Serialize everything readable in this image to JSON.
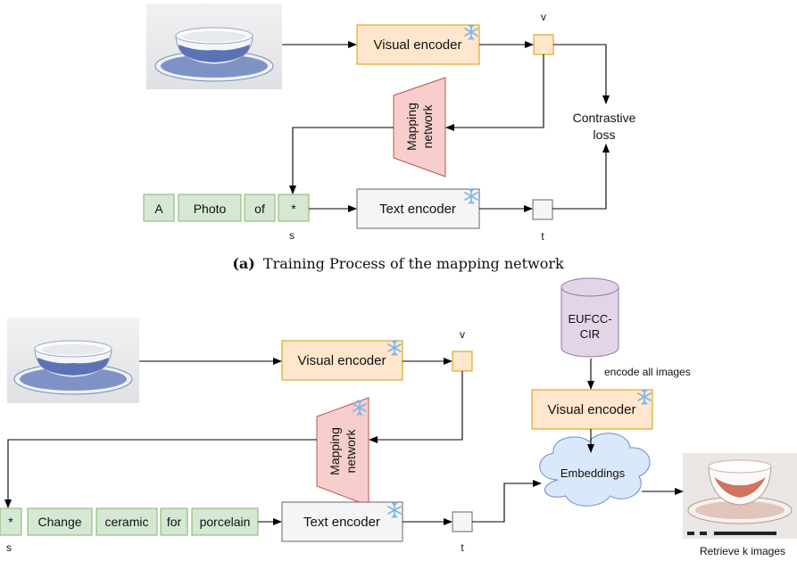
{
  "colors": {
    "encoder_fill": "#ffe6cc",
    "encoder_stroke": "#d79b00",
    "token_fill": "#d5e8d4",
    "token_stroke": "#82b366",
    "mapping_fill": "#f8cecc",
    "mapping_stroke": "#b85450",
    "text_enc_fill": "#f5f5f5",
    "text_enc_stroke": "#666666",
    "db_fill": "#e1d5e7",
    "db_stroke": "#9673a6",
    "cloud_fill": "#dae8fc",
    "cloud_stroke": "#6c8ebf",
    "snowflake": "#7eb6e6"
  },
  "top": {
    "visual_encoder": "Visual encoder",
    "v_label": "v",
    "mapping_network_line1": "Mapping",
    "mapping_network_line2": "network",
    "contrastive_line1": "Contrastive",
    "contrastive_line2": "loss",
    "tokens": [
      "A",
      "Photo",
      "of",
      "*"
    ],
    "text_encoder": "Text encoder",
    "s_label": "s",
    "t_label": "t",
    "caption_prefix": "(a)",
    "caption_text": "Training Process of the mapping network"
  },
  "bottom": {
    "visual_encoder": "Visual encoder",
    "v_label": "v",
    "mapping_network_line1": "Mapping",
    "mapping_network_line2": "network",
    "db_line1": "EUFCC-",
    "db_line2": "CIR",
    "encode_all": "encode all images",
    "visual_encoder_db": "Visual encoder",
    "embeddings": "Embeddings",
    "tokens": [
      "*",
      "Change",
      "ceramic",
      "for",
      "porcelain"
    ],
    "text_encoder": "Text encoder",
    "s_label": "s",
    "t_label": "t",
    "retrieve": "Retrieve k images"
  }
}
